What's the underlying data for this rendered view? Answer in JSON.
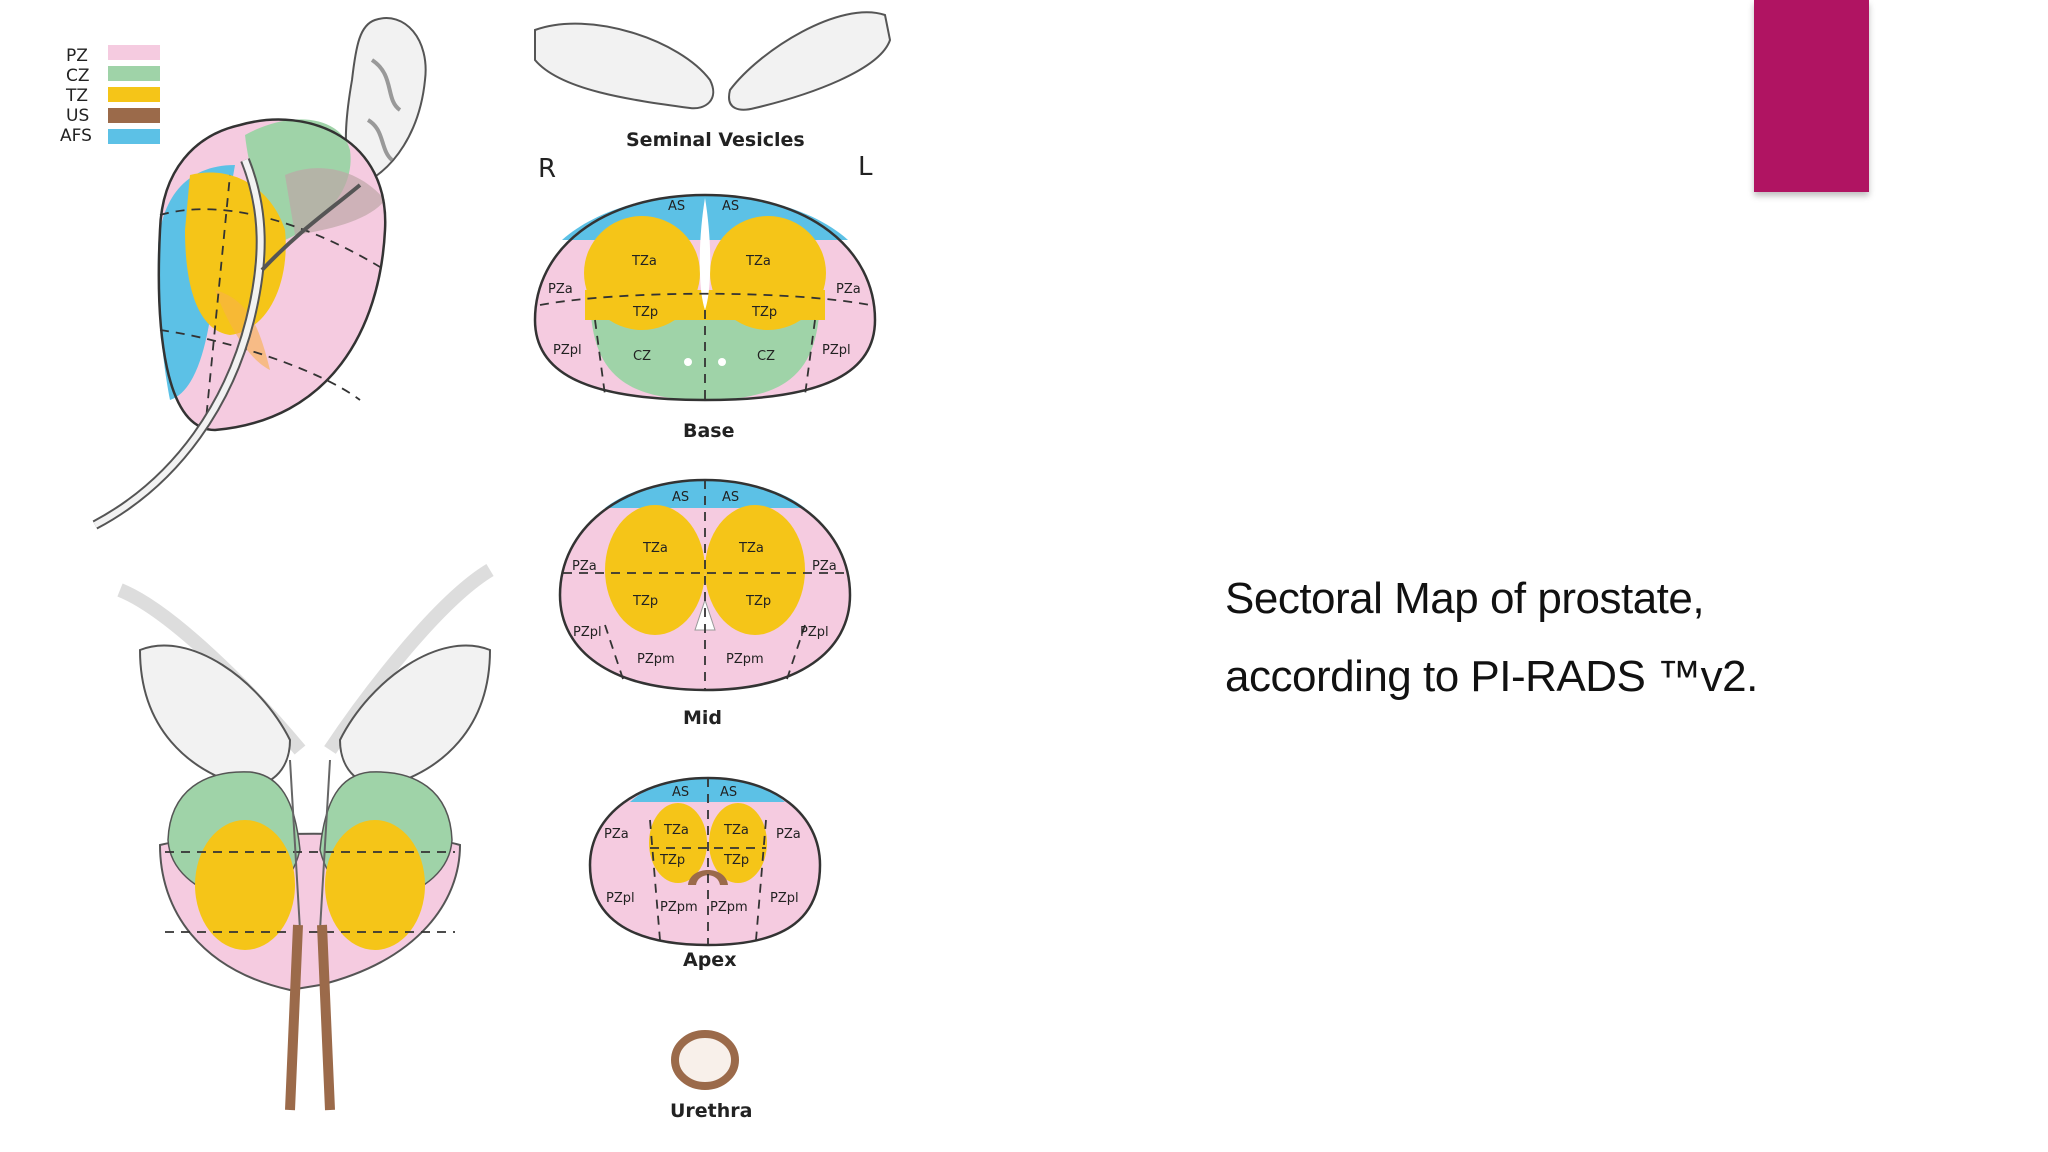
{
  "colors": {
    "pz": "#f5cbe0",
    "cz": "#9fd3a8",
    "tz": "#f5c518",
    "us": "#9b6a4a",
    "afs": "#5cc1e6",
    "accent": "#b01462"
  },
  "legend": [
    {
      "code": "PZ",
      "color_key": "pz"
    },
    {
      "code": "CZ",
      "color_key": "cz"
    },
    {
      "code": "TZ",
      "color_key": "tz"
    },
    {
      "code": "US",
      "color_key": "us"
    },
    {
      "code": "AFS",
      "color_key": "afs"
    }
  ],
  "orientation": {
    "right": "R",
    "left": "L"
  },
  "sections": {
    "seminal": "Seminal Vesicles",
    "base": "Base",
    "mid": "Mid",
    "apex": "Apex",
    "urethra": "Urethra"
  },
  "zones": {
    "as": "AS",
    "tza": "TZa",
    "tzp": "TZp",
    "pza": "PZa",
    "pzpl": "PZpl",
    "pzpm": "PZpm",
    "cz": "CZ"
  },
  "caption": {
    "line1": "Sectoral Map of prostate,",
    "line2": "according to PI-RADS ™v2."
  }
}
